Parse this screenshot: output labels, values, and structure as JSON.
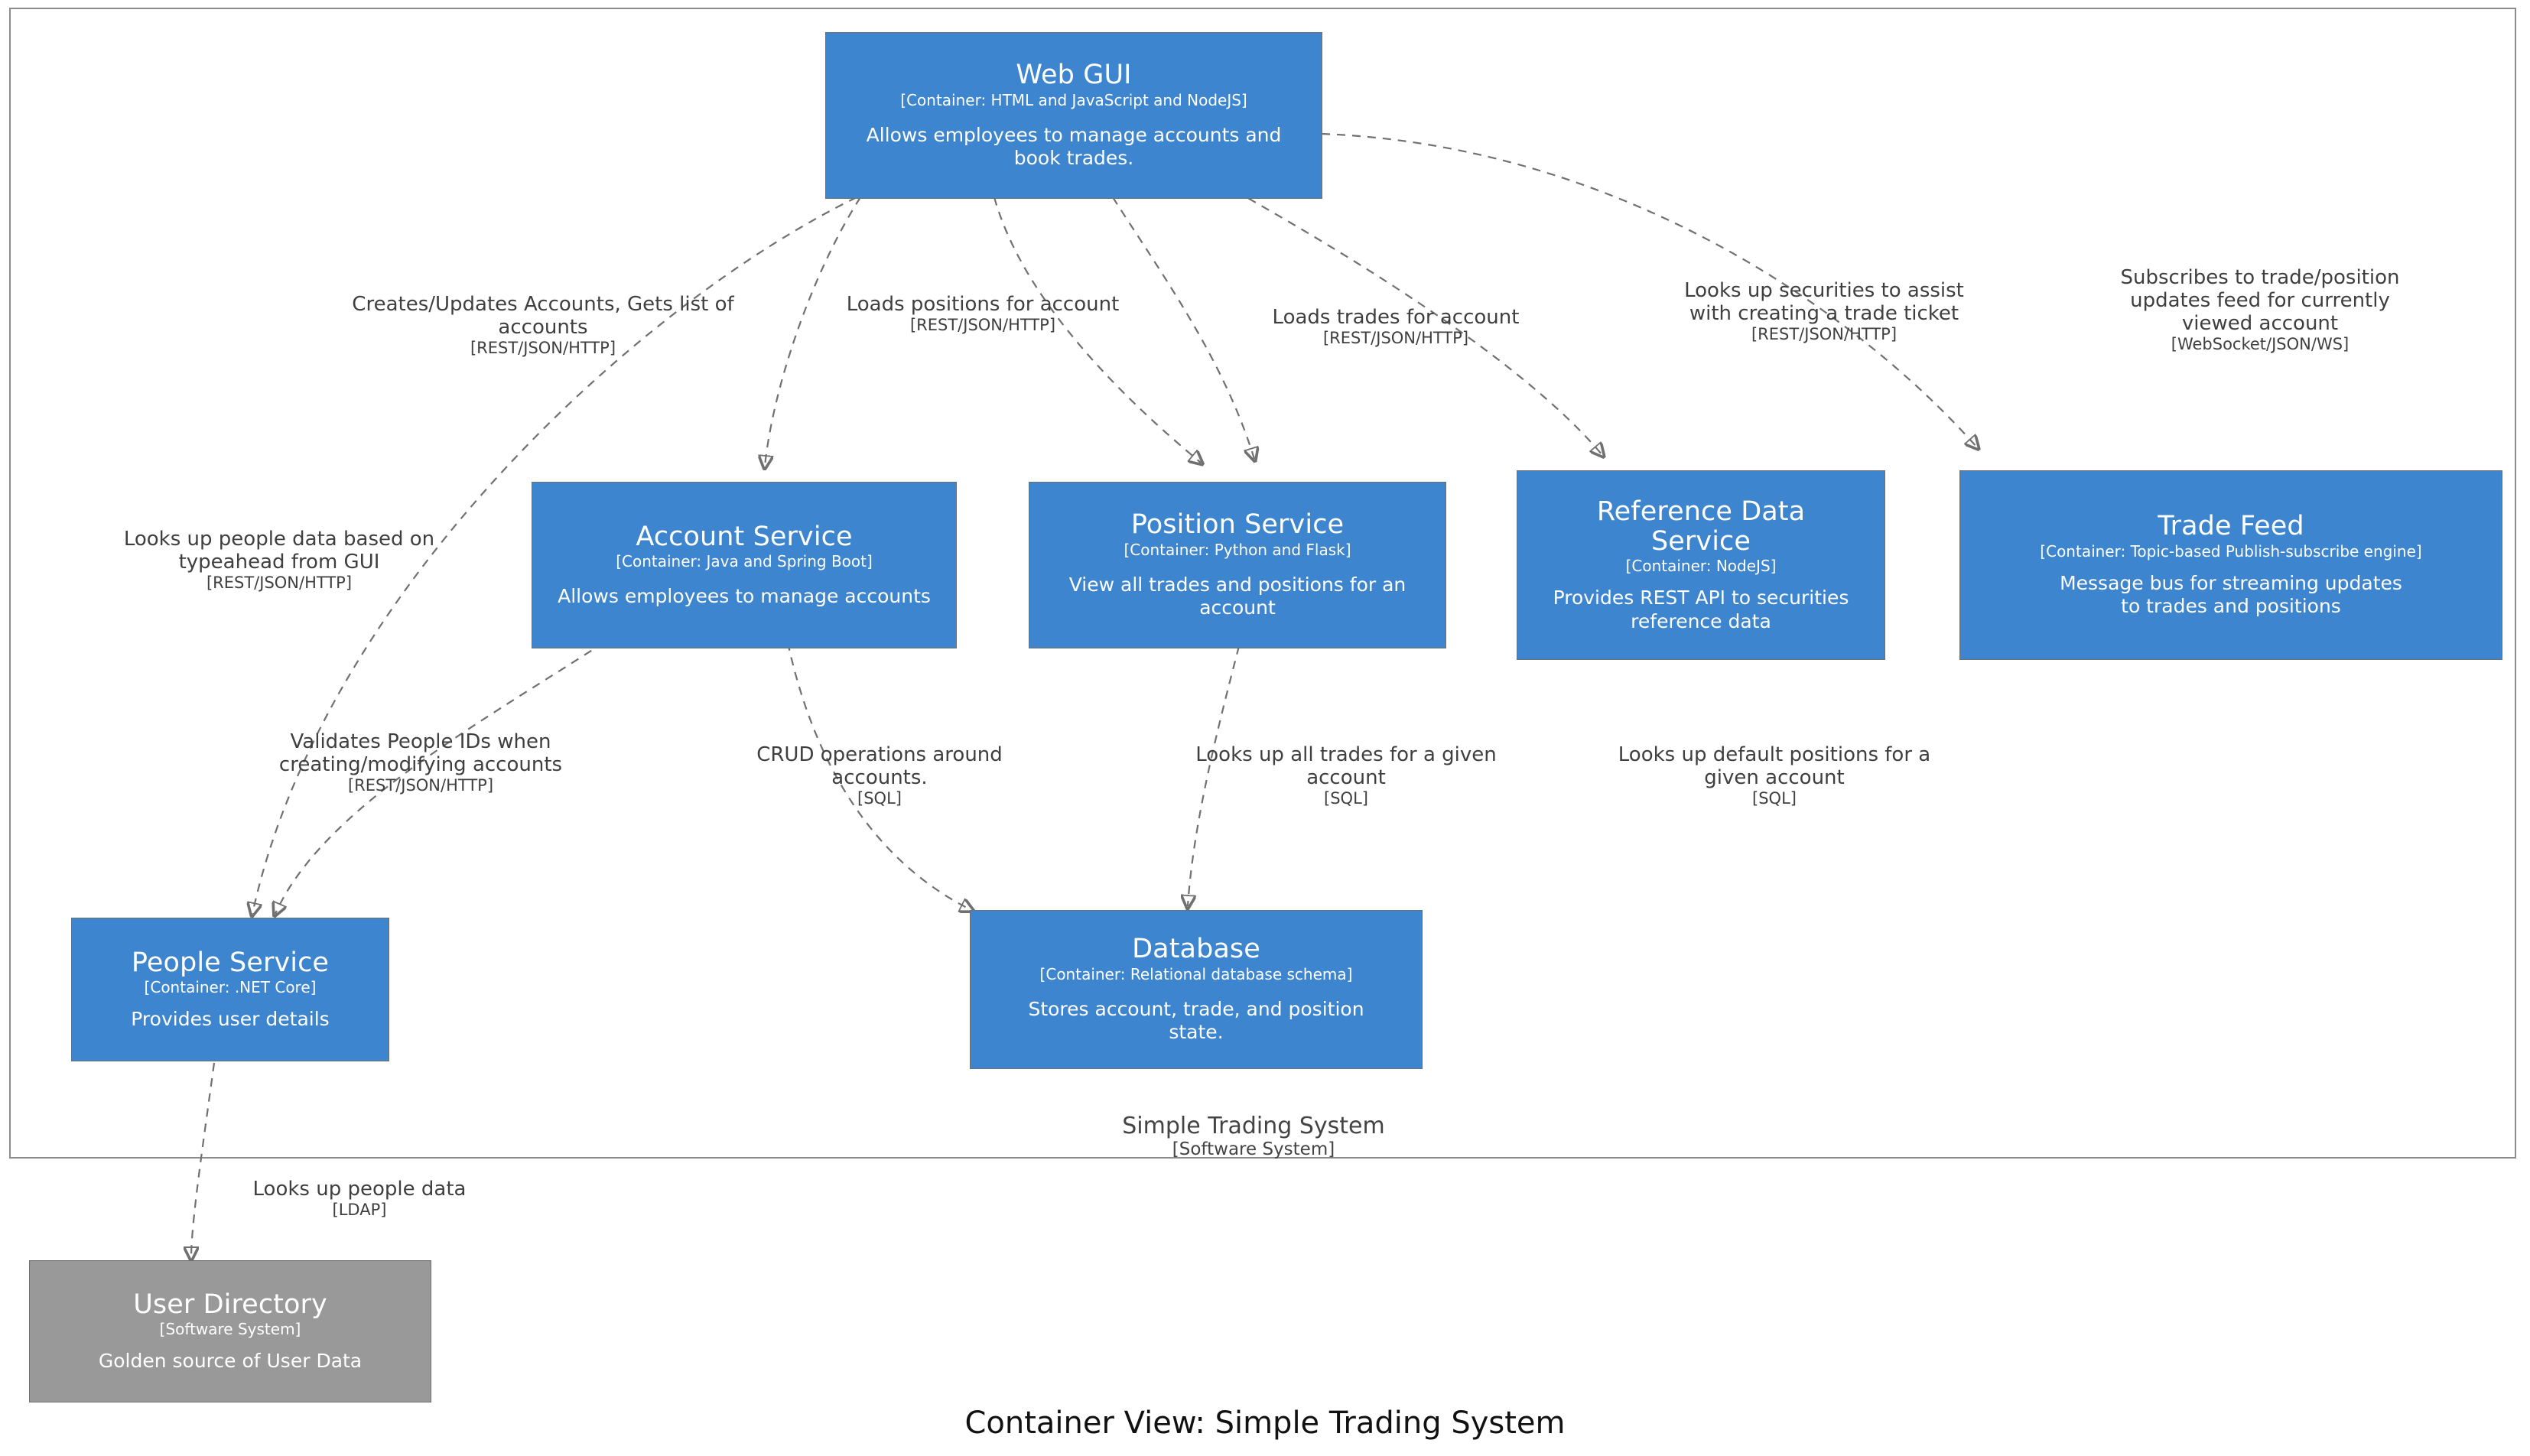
{
  "caption": "Container View: Simple Trading System",
  "boundary": {
    "name": "Simple Trading System",
    "type": "[Software System]"
  },
  "colors": {
    "container_fill": "#3d85ce",
    "external_fill": "#999999",
    "border": "#6f6f6f",
    "text_dark": "#3f3f3f",
    "text_light": "#ffffff"
  },
  "nodes": [
    {
      "id": "web-gui",
      "name": "Web GUI",
      "tech": "[Container: HTML and JavaScript and NodeJS]",
      "desc": "Allows employees to manage accounts and book trades.",
      "kind": "container"
    },
    {
      "id": "account-service",
      "name": "Account Service",
      "tech": "[Container: Java and Spring Boot]",
      "desc": "Allows employees to manage accounts",
      "kind": "container"
    },
    {
      "id": "position-service",
      "name": "Position Service",
      "tech": "[Container: Python and Flask]",
      "desc": "View all trades and positions for an account",
      "kind": "container"
    },
    {
      "id": "reference-data-service",
      "name": "Reference Data Service",
      "tech": "[Container: NodeJS]",
      "desc": "Provides REST API to securities reference data",
      "kind": "container"
    },
    {
      "id": "trade-feed",
      "name": "Trade Feed",
      "tech": "[Container: Topic-based Publish-subscribe engine]",
      "desc": "Message bus for streaming updates to trades and positions",
      "kind": "container"
    },
    {
      "id": "people-service",
      "name": "People Service",
      "tech": "[Container: .NET Core]",
      "desc": "Provides user details",
      "kind": "container"
    },
    {
      "id": "database",
      "name": "Database",
      "tech": "[Container: Relational database schema]",
      "desc": "Stores account, trade, and position state.",
      "kind": "container"
    },
    {
      "id": "user-directory",
      "name": "User Directory",
      "tech": "[Software System]",
      "desc": "Golden source of User Data",
      "kind": "external"
    }
  ],
  "relationships": [
    {
      "id": "gui-to-account",
      "from": "web-gui",
      "to": "account-service",
      "desc": "Creates/Updates Accounts, Gets list of accounts",
      "tech": "[REST/JSON/HTTP]"
    },
    {
      "id": "gui-to-position",
      "from": "web-gui",
      "to": "position-service",
      "desc": "Loads positions for account",
      "tech": "[REST/JSON/HTTP]"
    },
    {
      "id": "gui-to-position-trades",
      "from": "web-gui",
      "to": "position-service",
      "desc": "Loads trades for account",
      "tech": "[REST/JSON/HTTP]"
    },
    {
      "id": "gui-to-refdata",
      "from": "web-gui",
      "to": "reference-data-service",
      "desc": "Looks up securities to assist with creating a trade ticket",
      "tech": "[REST/JSON/HTTP]"
    },
    {
      "id": "gui-to-tradefeed",
      "from": "web-gui",
      "to": "trade-feed",
      "desc": "Subscribes to trade/position updates feed for currently viewed account",
      "tech": "[WebSocket/JSON/WS]"
    },
    {
      "id": "gui-to-people",
      "from": "web-gui",
      "to": "people-service",
      "desc": "Looks up people data based on typeahead from GUI",
      "tech": "[REST/JSON/HTTP]"
    },
    {
      "id": "account-to-people",
      "from": "account-service",
      "to": "people-service",
      "desc": "Validates People IDs when creating/modifying accounts",
      "tech": "[REST/JSON/HTTP]"
    },
    {
      "id": "account-to-db",
      "from": "account-service",
      "to": "database",
      "desc": "CRUD operations around accounts.",
      "tech": "[SQL]"
    },
    {
      "id": "position-to-db-trades",
      "from": "position-service",
      "to": "database",
      "desc": "Looks up all trades for a given account",
      "tech": "[SQL]"
    },
    {
      "id": "position-to-db-positions",
      "from": "position-service",
      "to": "database",
      "desc": "Looks up default positions for a given account",
      "tech": "[SQL]"
    },
    {
      "id": "people-to-directory",
      "from": "people-service",
      "to": "user-directory",
      "desc": "Looks up people data",
      "tech": "[LDAP]"
    }
  ]
}
